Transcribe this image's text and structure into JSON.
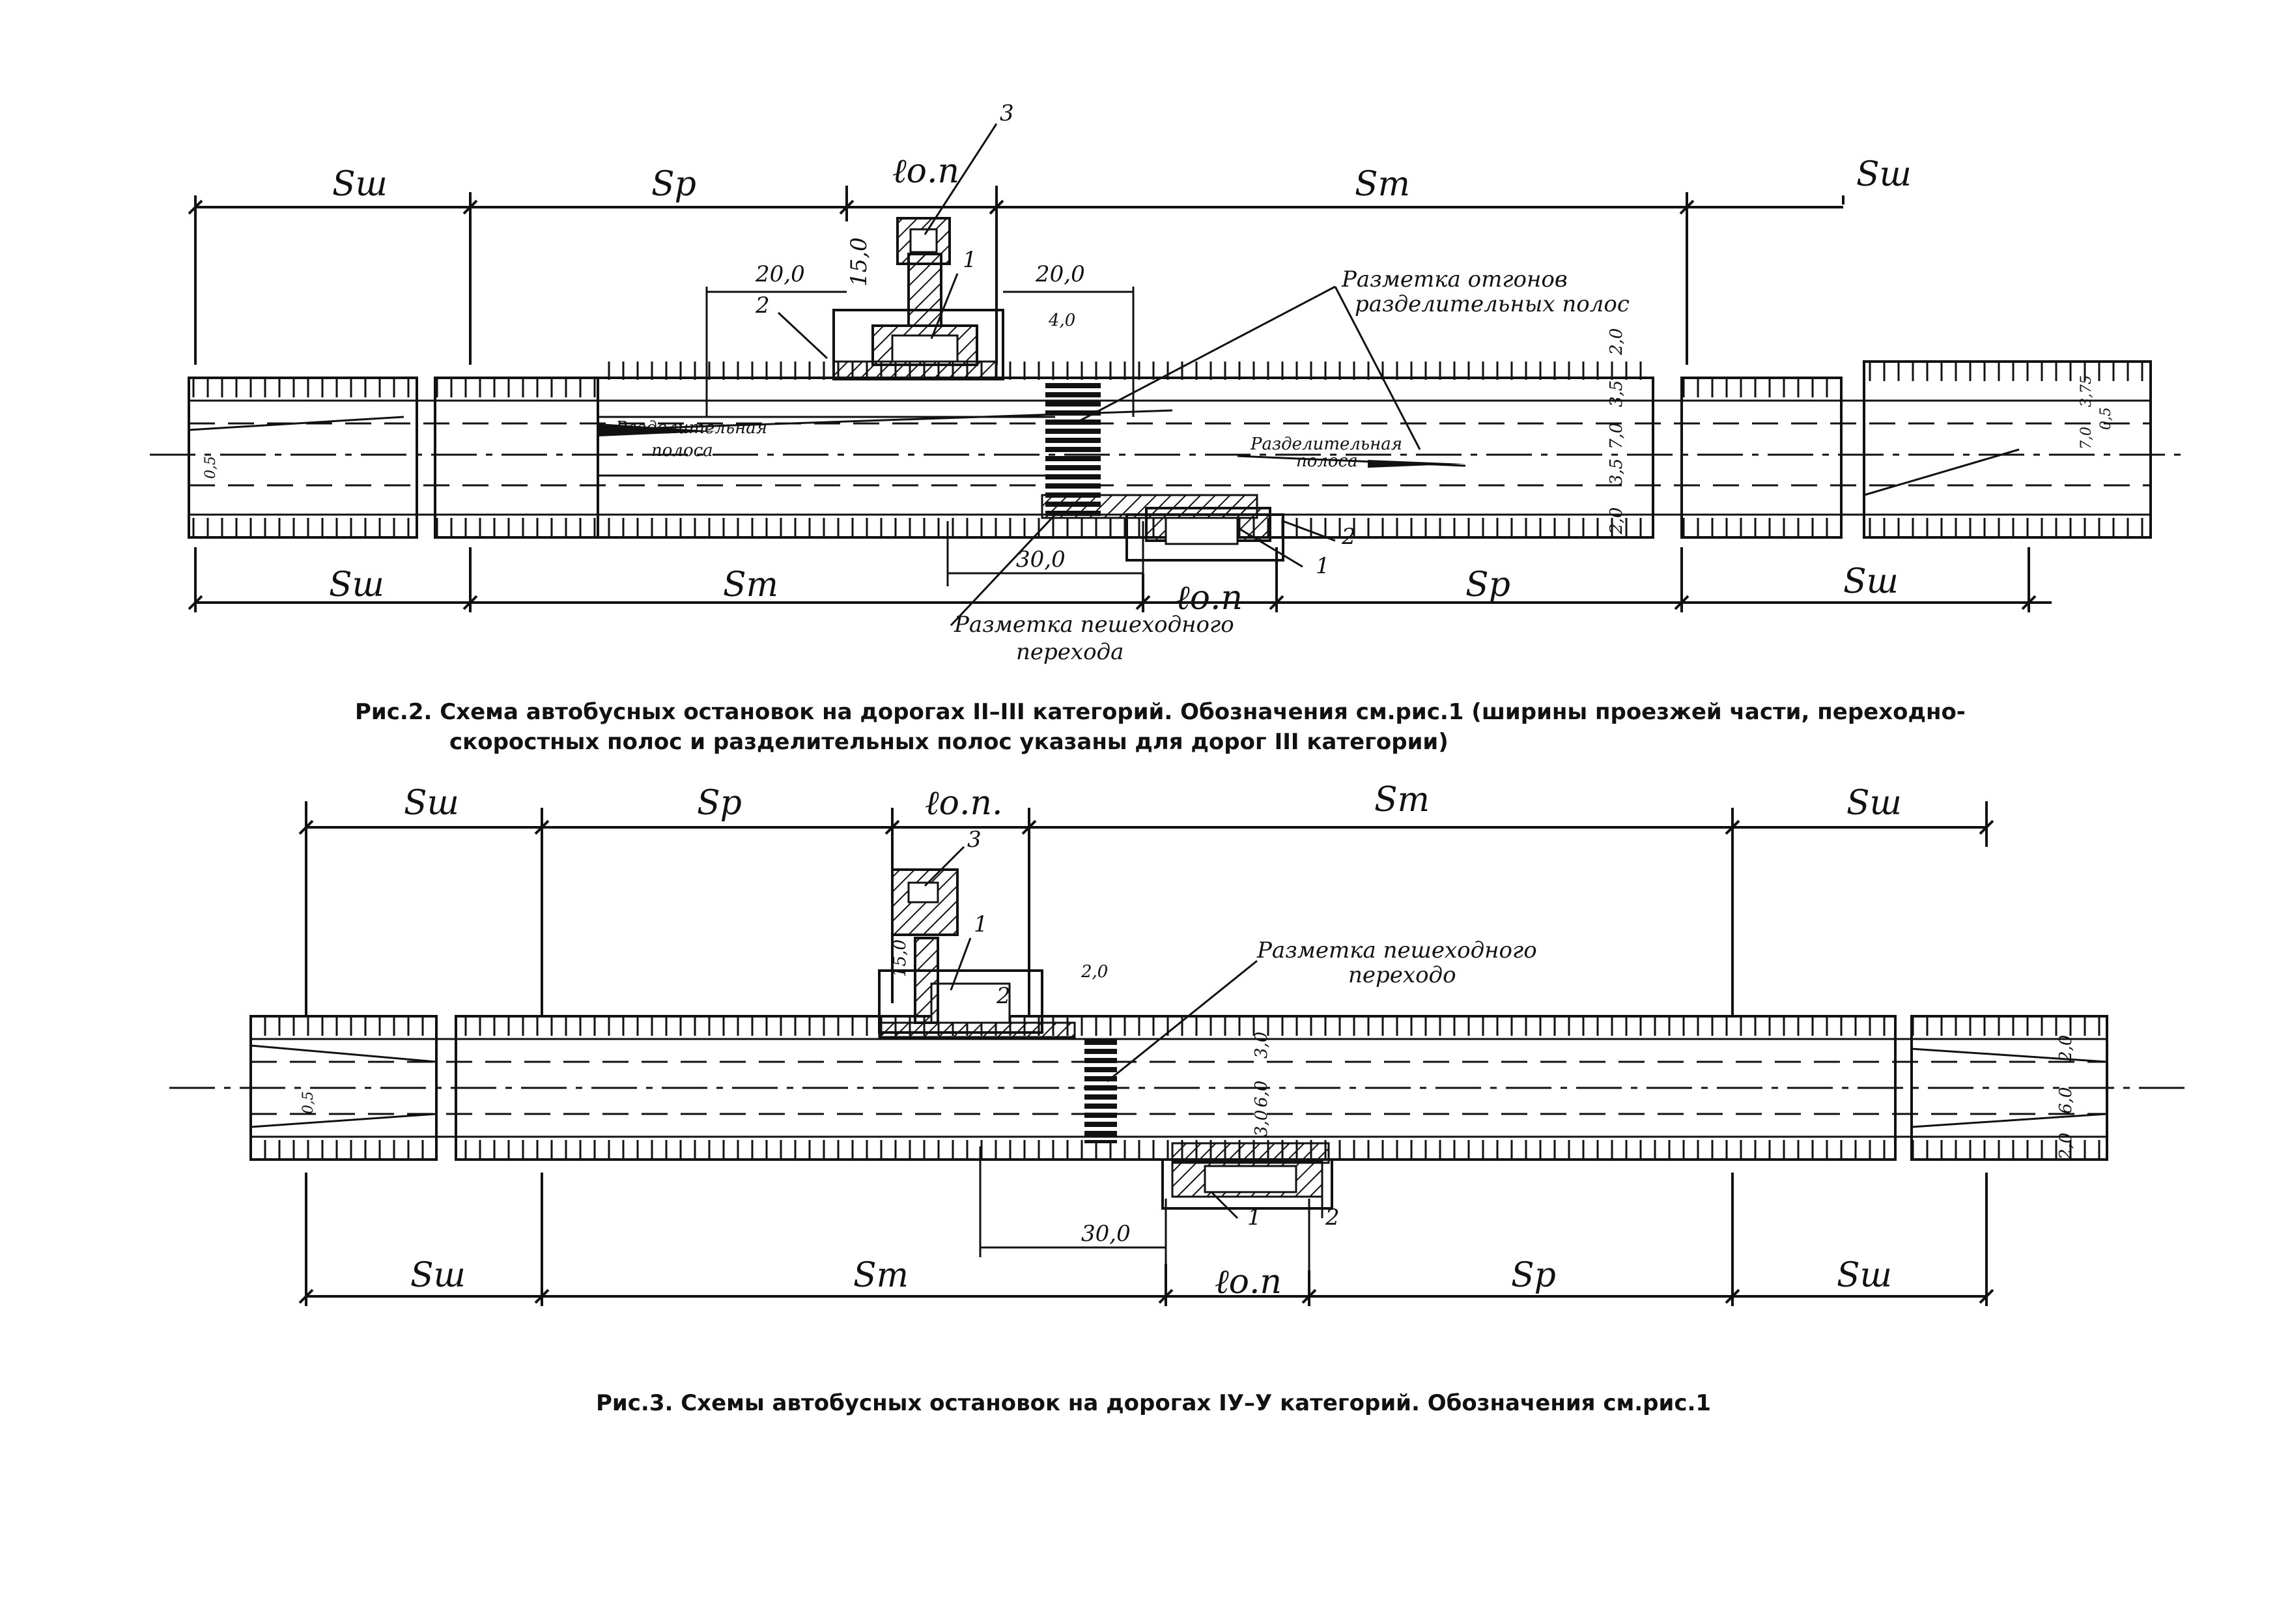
{
  "figure2": {
    "top_labels": {
      "s_sh": "Sш",
      "s_p": "Sр",
      "l_op": "ℓо.п",
      "s_t": "Sт",
      "s_sh2": "Sш"
    },
    "bottom_labels": {
      "s_sh": "Sш",
      "s_t": "Sт",
      "l_op": "ℓо.п",
      "s_p": "Sр",
      "s_sh2": "Sш"
    },
    "dims": {
      "d20a": "20,0",
      "d15": "15,0",
      "d20b": "20,0",
      "d4": "4,0",
      "d30": "30,0"
    },
    "callouts": {
      "c3": "3",
      "c1": "1",
      "c2": "2",
      "c1b": "1",
      "c2b": "2",
      "markup_ramps_1": "Разметка отгонов",
      "markup_ramps_2": "разделительных полос",
      "divider_left_1": "Разделительная",
      "divider_left_2": "полоса",
      "divider_right_1": "Разделительная",
      "divider_right_2": "полоса",
      "crossing_1": "Разметка пешеходного",
      "crossing_2": "перехода"
    },
    "lane_dims": {
      "a": "2,0",
      "b": "3,5",
      "c": "7,0",
      "d": "0,5",
      "e": "7,0",
      "f": "3,5",
      "g": "2,0",
      "h": "3,75",
      "i": "0,5"
    },
    "caption_line1": "Рис.2. Схема автобусных остановок на дорогах II–III категорий. Обозначения см.рис.1 (ширины проезжей части, переходно-",
    "caption_line2": "скоростных полос и разделительных полос  указаны для дорог III категории)"
  },
  "figure3": {
    "top_labels": {
      "s_sh": "Sш",
      "s_p": "Sр",
      "l_op": "ℓо.п.",
      "s_t": "Sт",
      "s_sh2": "Sш"
    },
    "bottom_labels": {
      "s_sh": "Sш",
      "s_t": "Sт",
      "l_op": "ℓо.п",
      "s_p": "Sр",
      "s_sh2": "Sш"
    },
    "dims": {
      "d15": "15,0",
      "d2": "2,0",
      "d30": "30,0"
    },
    "callouts": {
      "c3": "3",
      "c1": "1",
      "c2": "2",
      "c1b": "1",
      "c2b": "2",
      "crossing_1": "Разметка пешеходного",
      "crossing_2": "переходо"
    },
    "lane_dims": {
      "a": "3,0",
      "b": "6,0",
      "c": "3,0",
      "d": "2,0",
      "e": "6,0",
      "f": "2,0",
      "g": "0,5"
    },
    "caption": "Рис.3. Схемы автобусных остановок на дорогах IУ–У категорий. Обозначения см.рис.1"
  }
}
